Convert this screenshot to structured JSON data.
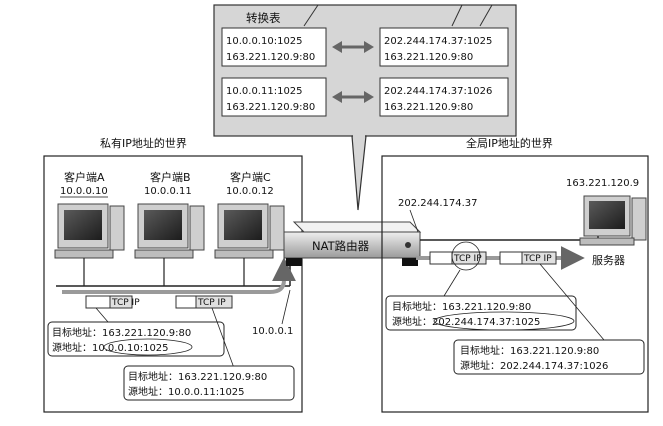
{
  "translation_table": {
    "title": "转换表",
    "rows": [
      {
        "private": [
          "10.0.0.10:1025",
          "163.221.120.9:80"
        ],
        "global": [
          "202.244.174.37:1025",
          "163.221.120.9:80"
        ]
      },
      {
        "private": [
          "10.0.0.11:1025",
          "163.221.120.9:80"
        ],
        "global": [
          "202.244.174.37:1026",
          "163.221.120.9:80"
        ]
      }
    ]
  },
  "private_world": {
    "label": "私有IP地址的世界",
    "clients": [
      {
        "name": "客户端A",
        "ip": "10.0.0.10"
      },
      {
        "name": "客户端B",
        "ip": "10.0.0.11"
      },
      {
        "name": "客户端C",
        "ip": "10.0.0.12"
      }
    ],
    "router_inner_ip": "10.0.0.1",
    "packet_label": "TCP IP",
    "callout_a": [
      "目标地址：163.221.120.9:80",
      "源地址：10.0.0.10:1025"
    ],
    "callout_b": [
      "目标地址：163.221.120.9:80",
      "源地址：10.0.0.11:1025"
    ]
  },
  "global_world": {
    "label": "全局IP地址的世界",
    "server_ip": "163.221.120.9",
    "server_label": "服务器",
    "router_outer_ip": "202.244.174.37",
    "packet_label": "TCP IP",
    "callout_a": [
      "目标地址：163.221.120.9:80",
      "源地址：202.244.174.37:1025"
    ],
    "callout_b": [
      "目标地址：163.221.120.9:80",
      "源地址：202.244.174.37:1026"
    ]
  },
  "router": {
    "label": "NAT路由器"
  }
}
